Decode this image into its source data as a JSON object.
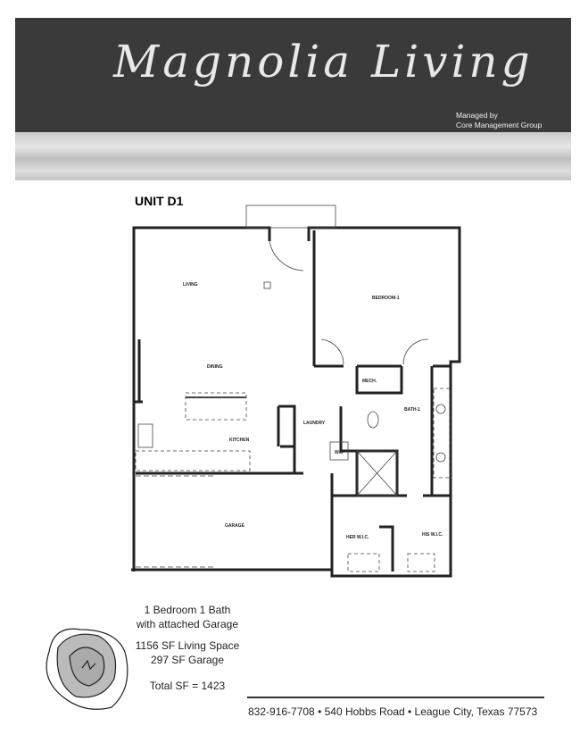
{
  "header": {
    "brand": "Magnolia Living",
    "managed_by": "Managed by",
    "company": "Core Management Group"
  },
  "unit_title": "UNIT D1",
  "rooms": {
    "living": "LIVING",
    "dining": "DINING",
    "kitchen": "KITCHEN",
    "laundry": "LAUNDRY",
    "wd": "W/D",
    "mech": "MECH.",
    "bedroom": "BEDROOM-1",
    "bath": "BATH-1",
    "garage": "GARAGE",
    "her_wic": "HER W.I.C.",
    "his_wic": "HIS W.I.C."
  },
  "details": {
    "line1": "1 Bedroom 1 Bath",
    "line2": "with attached Garage",
    "living_space": "1156 SF Living Space",
    "garage_space": "297 SF Garage",
    "total": "Total SF = 1423"
  },
  "footer": {
    "contact": "832-916-7708 • 540 Hobbs Road •  League City, Texas  77573"
  }
}
